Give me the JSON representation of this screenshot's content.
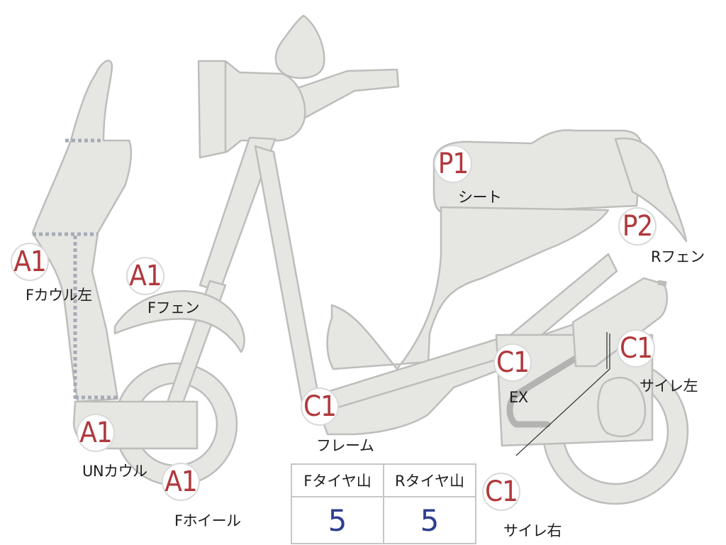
{
  "parts": {
    "f_cowl_left": {
      "grade": "A1",
      "label": "Fカウル左"
    },
    "f_fender": {
      "grade": "A1",
      "label": "Fフェン"
    },
    "under_cowl": {
      "grade": "A1",
      "label": "UNカウル"
    },
    "f_wheel": {
      "grade": "A1",
      "label": "Fホイール"
    },
    "frame": {
      "grade": "C1",
      "label": "フレーム"
    },
    "seat": {
      "grade": "P1",
      "label": "シート"
    },
    "r_fender": {
      "grade": "P2",
      "label": "Rフェン"
    },
    "exhaust": {
      "grade": "C1",
      "label": "EX"
    },
    "muffler_left": {
      "grade": "C1",
      "label": "サイレ左"
    },
    "muffler_right": {
      "grade": "C1",
      "label": "サイレ右"
    }
  },
  "tire_tread": {
    "headers": [
      "Fタイヤ山",
      "Rタイヤ山"
    ],
    "values": [
      "5",
      "5"
    ]
  },
  "colors": {
    "grade_text": "#b0383c",
    "tread_value": "#2f3f8f",
    "part_fill": "#e6e6e3",
    "part_outline": "#bdbdbb",
    "cowl_seam_dots": "#a6abb7"
  }
}
